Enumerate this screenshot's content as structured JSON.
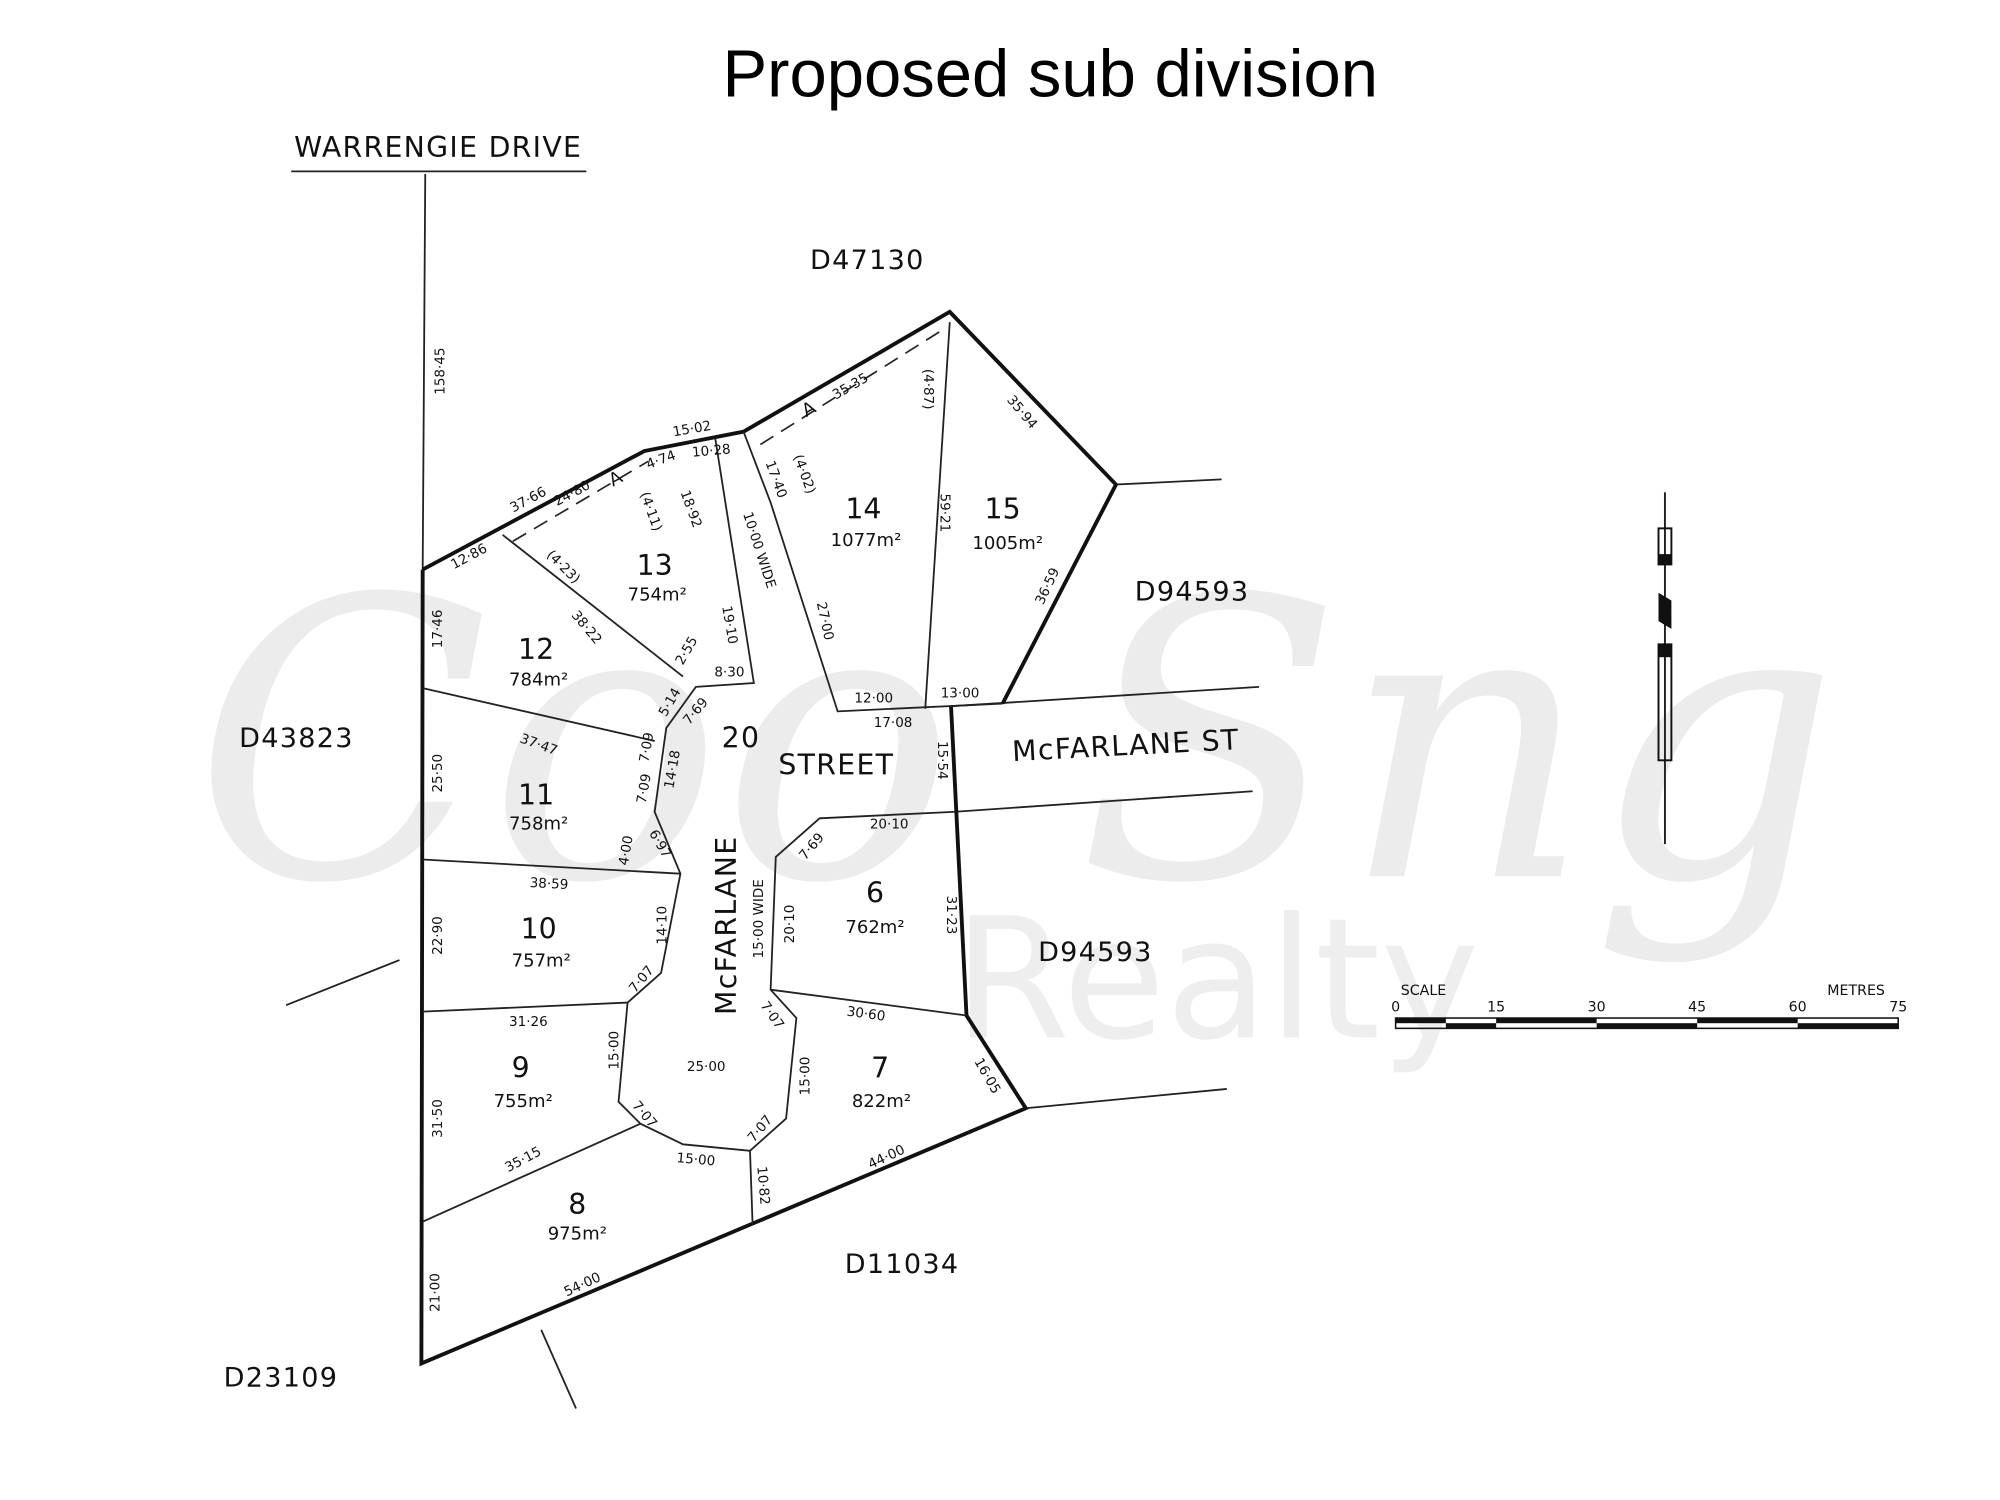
{
  "title": "Proposed sub division",
  "roads": {
    "warrengie": "WARRENGIE   DRIVE",
    "street_num": "20",
    "street_word": "STREET",
    "mcfarlane": "McFARLANE",
    "mcfarlane_st": "McFARLANE  ST"
  },
  "parcels": [
    "D47130",
    "D94593",
    "D43823",
    "D94593",
    "D11034",
    "D23109"
  ],
  "lots": [
    {
      "number": "15",
      "area": "1005m²"
    },
    {
      "number": "14",
      "area": "1077m²"
    },
    {
      "number": "13",
      "area": "754m²"
    },
    {
      "number": "12",
      "area": "784m²"
    },
    {
      "number": "11",
      "area": "758m²"
    },
    {
      "number": "10",
      "area": "757m²"
    },
    {
      "number": "9",
      "area": "755m²"
    },
    {
      "number": "8",
      "area": "975m²"
    },
    {
      "number": "6",
      "area": "762m²"
    },
    {
      "number": "7",
      "area": "822m²"
    }
  ],
  "dimensions": [
    "158·45",
    "37·66",
    "24·80",
    "4·74",
    "15·02",
    "10·28",
    "A",
    "A",
    "35·35",
    "(4·87)",
    "35·94",
    "(4·11)",
    "18·92",
    "(4·02)",
    "17·40",
    "10·00 WIDE",
    "59·21",
    "36·59",
    "12·86",
    "(4·23)",
    "38·22",
    "19·10",
    "27·00",
    "17·46",
    "2·55",
    "8·30",
    "5·14",
    "7·69",
    "12·00",
    "13·00",
    "17·08",
    "15·54",
    "37·47",
    "7·09",
    "14·18",
    "25·50",
    "7·09",
    "6·97",
    "4·00",
    "38·59",
    "7·69",
    "20·10",
    "15·00 WIDE",
    "20·10",
    "14·10",
    "31·23",
    "22·90",
    "7·07",
    "31·26",
    "7·07",
    "30·60",
    "15·00",
    "25·00",
    "15·00",
    "16·05",
    "31·50",
    "7·07",
    "7·07",
    "35·15",
    "15·00",
    "10·82",
    "44·00",
    "54·00",
    "21·00"
  ],
  "scale": {
    "label": "SCALE",
    "units": "METRES",
    "ticks": [
      "0",
      "15",
      "30",
      "45",
      "60",
      "75"
    ]
  },
  "watermark": {
    "script": "Coo Sng",
    "word": "Realty"
  }
}
